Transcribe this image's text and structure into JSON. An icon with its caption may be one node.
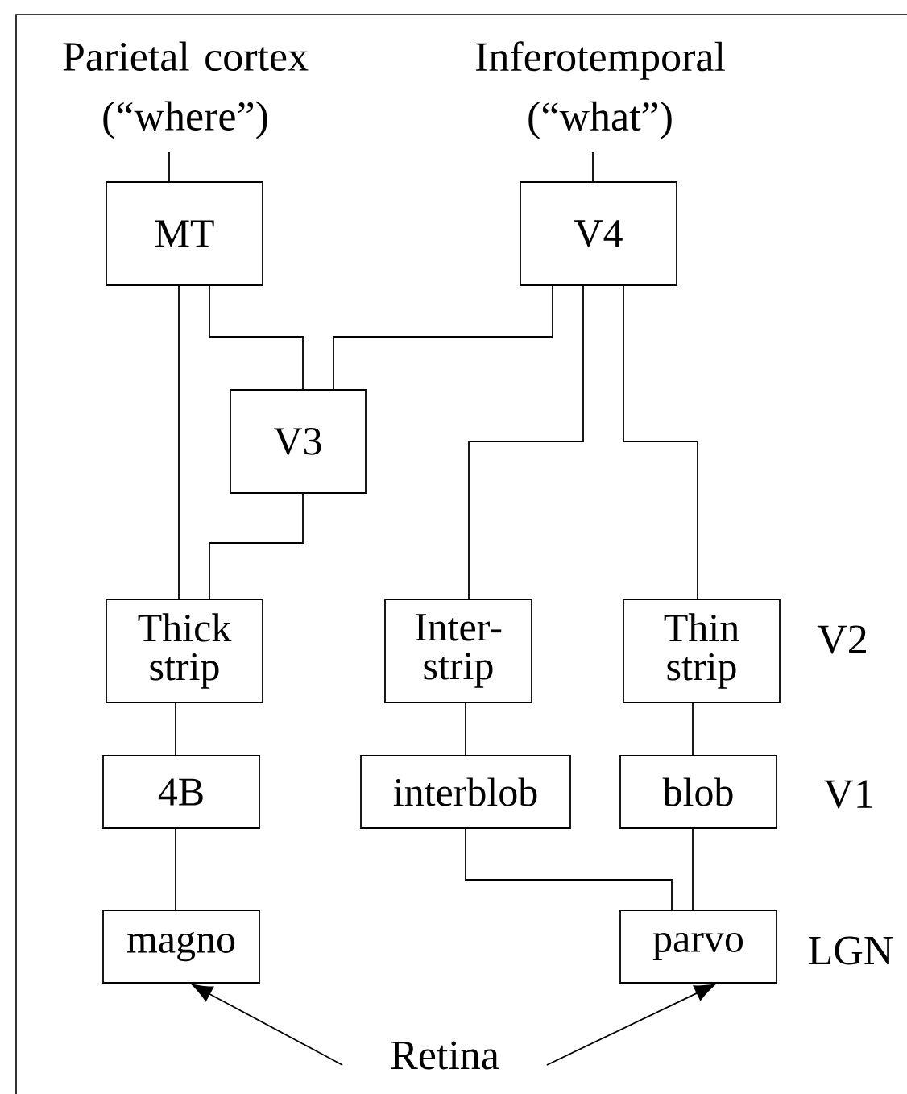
{
  "diagram": {
    "nodes": [
      {
        "text": [
          "Parietal cortex (“where”)"
        ]
      },
      {
        "text": [
          "Inferotemporal (“what”)"
        ]
      },
      {
        "text": [
          "MT"
        ]
      },
      {
        "text": [
          "V4"
        ]
      },
      {
        "text": [
          "V3"
        ]
      },
      {
        "text": [
          "Thick strip"
        ]
      },
      {
        "text": [
          "Inter-strip"
        ]
      },
      {
        "text": [
          "Thin strip"
        ]
      },
      {
        "text": [
          "4B"
        ]
      },
      {
        "text": [
          "interblob"
        ]
      },
      {
        "text": [
          "blob"
        ]
      },
      {
        "text": [
          "magno"
        ]
      },
      {
        "text": [
          "parvo"
        ]
      },
      {
        "text": [
          "Retina"
        ]
      }
    ],
    "edges": [
      {
        "from": 0,
        "to": 2,
        "arrow": "none"
      },
      {
        "from": 1,
        "to": 3,
        "arrow": "none"
      },
      {
        "from": 2,
        "to": 4,
        "arrow": "none"
      },
      {
        "from": 3,
        "to": 4,
        "arrow": "none"
      },
      {
        "from": 2,
        "to": 5,
        "arrow": "none"
      },
      {
        "from": 4,
        "to": 5,
        "arrow": "none"
      },
      {
        "from": 3,
        "to": 6,
        "arrow": "none"
      },
      {
        "from": 3,
        "to": 7,
        "arrow": "none"
      },
      {
        "from": 5,
        "to": 8,
        "arrow": "none"
      },
      {
        "from": 6,
        "to": 9,
        "arrow": "none"
      },
      {
        "from": 7,
        "to": 10,
        "arrow": "none"
      },
      {
        "from": 8,
        "to": 11,
        "arrow": "none"
      },
      {
        "from": 9,
        "to": 12,
        "arrow": "none"
      },
      {
        "from": 10,
        "to": 12,
        "arrow": "none"
      },
      {
        "from": 13,
        "to": 11,
        "arrow": "to"
      },
      {
        "from": 13,
        "to": 12,
        "arrow": "to"
      }
    ],
    "labels": [
      "V2",
      "V1",
      "LGN"
    ]
  }
}
